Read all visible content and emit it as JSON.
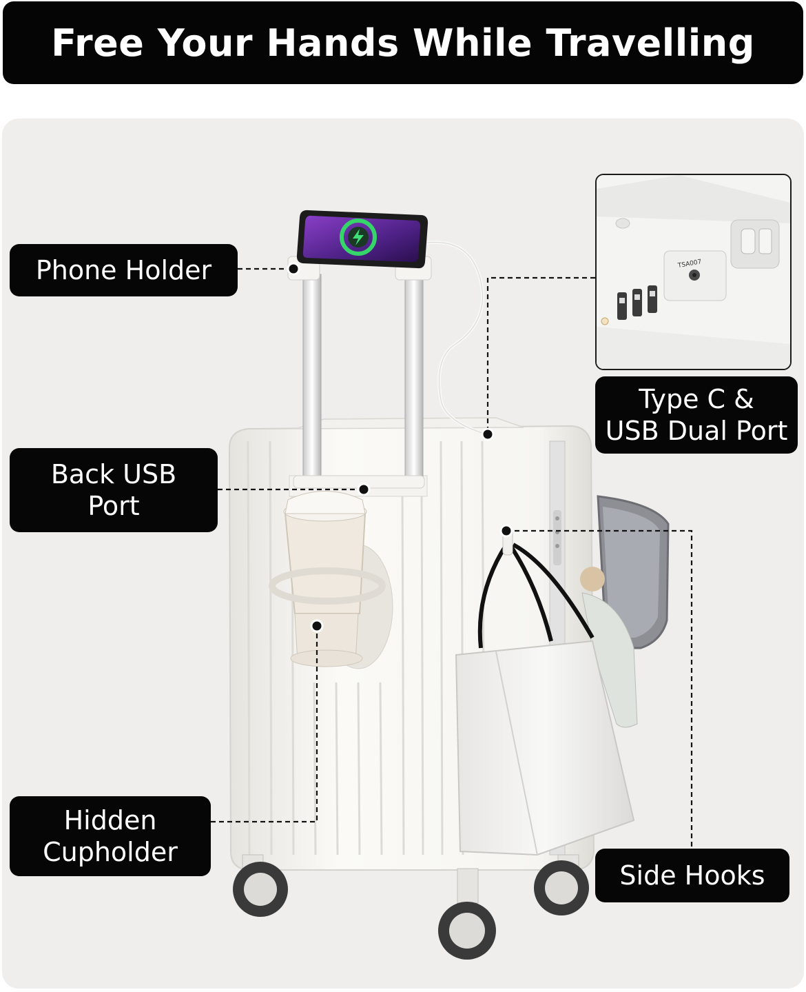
{
  "banner": {
    "title": "Free Your Hands While Travelling"
  },
  "labels": {
    "phone_holder": "Phone Holder",
    "back_usb_port": [
      "Back USB",
      "Port"
    ],
    "hidden_cupholder": [
      "Hidden",
      "Cupholder"
    ],
    "type_c_usb": [
      "Type C &",
      "USB Dual Port"
    ],
    "side_hooks": "Side Hooks"
  },
  "inset": {
    "lock_text": "TSA007"
  },
  "colors": {
    "label_bg": "#060606",
    "stage_bg": "#efeeec",
    "suitcase": "#fbfaf7",
    "phone_screen": "#6a2fa0",
    "charge_ring": "#39d66b"
  }
}
